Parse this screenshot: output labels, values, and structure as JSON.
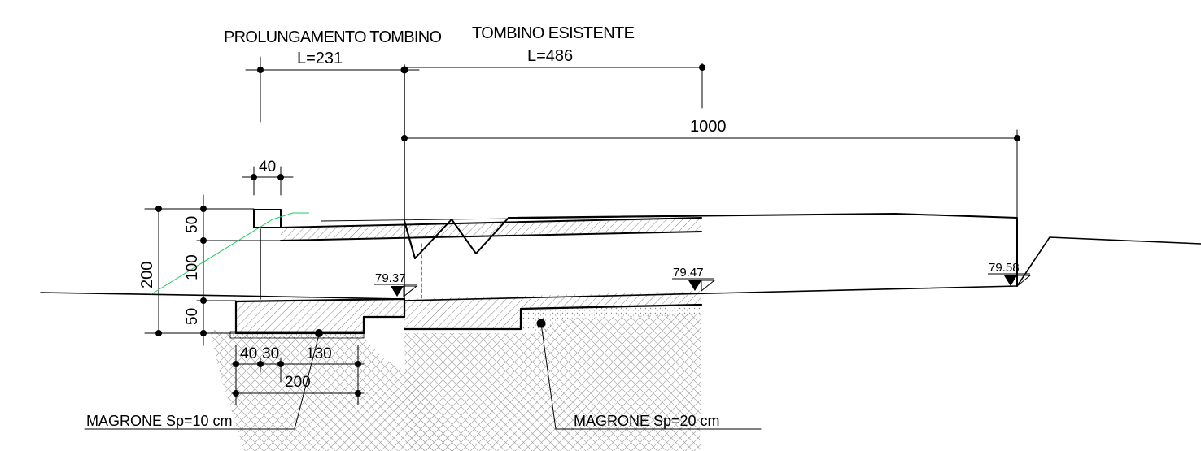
{
  "labels": {
    "prolungamento": "PROLUNGAMENTO TOMBINO",
    "l231": "L=231",
    "esistente": "TOMBINO ESISTENTE",
    "l486": "L=486",
    "d1000": "1000",
    "d40_top": "40",
    "h200": "200",
    "h50_top": "50",
    "h100": "100",
    "h50_bottom": "50",
    "b40": "40",
    "b30": "30",
    "b130": "130",
    "b200": "200",
    "elev_1": "79.37",
    "elev_2": "79.47",
    "elev_3": "79.58",
    "magrone_left": "MAGRONE Sp=10 cm",
    "magrone_right": "MAGRONE Sp=20 cm"
  },
  "colors": {
    "line": "#000000",
    "slope": "#22cc66",
    "hatch": "#777777",
    "ground_hatch": "#9a9a9a"
  }
}
